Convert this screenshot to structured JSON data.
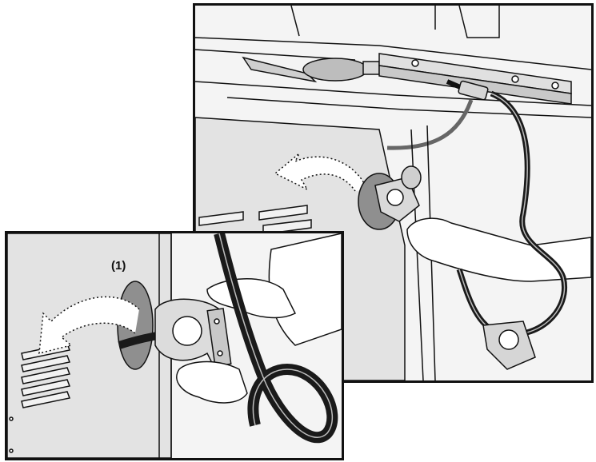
{
  "callout": {
    "label": "(1)"
  },
  "colors": {
    "line": "#111111",
    "panel_fill": "#e6e6e6",
    "opening_fill": "#8f8f8f",
    "cord": "#1a1a1a",
    "background": "#ffffff"
  },
  "icons": [
    "gas-appliance-power-cord",
    "strain-relief-bracket",
    "hand",
    "dotted-routing-arrow"
  ]
}
